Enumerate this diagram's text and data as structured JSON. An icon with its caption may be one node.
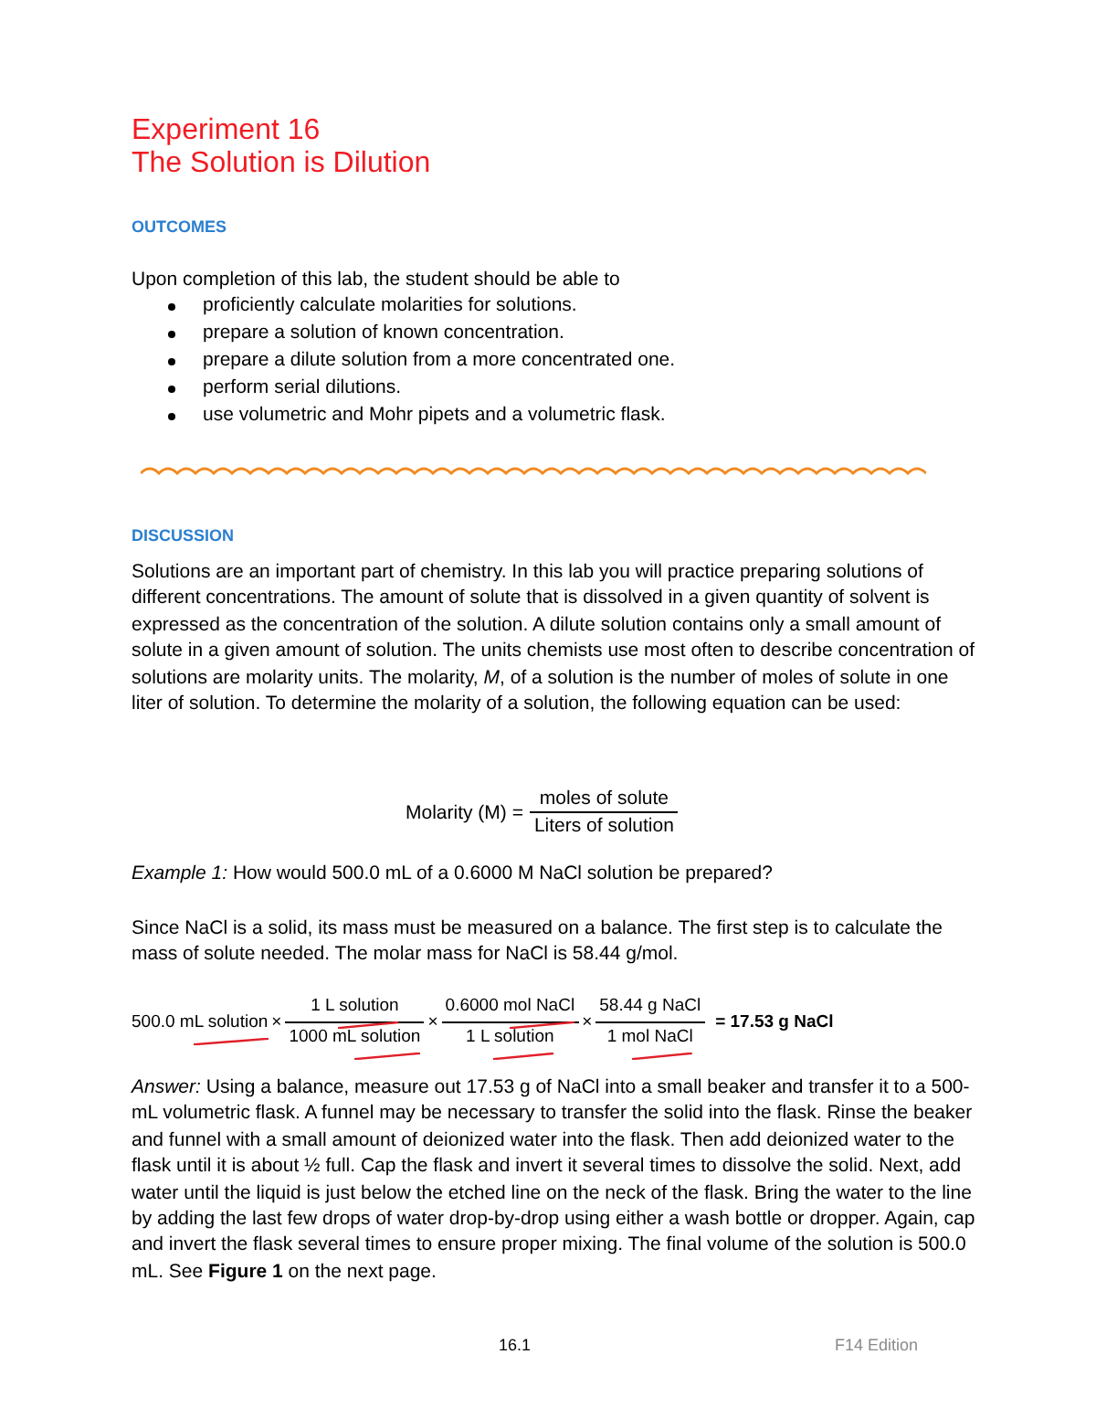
{
  "diagram": {
    "title": "Experiment 16",
    "labels": [
      "The Solution is Dilution",
      "OUTCOMES",
      "Upon completion of this lab, the student should be able to",
      "proficiently calculate molarities for solutions.",
      "prepare a solution of known concentration.",
      "prepare a dilute solution from a more concentrated one.",
      "perform serial dilutions.",
      "use volumetric and Mohr pipets and a volumetric flask.",
      "DISCUSSION",
      "Solutions are an important part of chemistry. In this lab you will practice preparing solutions of different concentrations. The amount of solute that is dissolved in a given quantity of solvent is expressed as the concentration of the solution. A dilute solution contains only a small amount of solute in a given amount of solution. The units chemists use most often to describe concentration of solutions are molarity units. The molarity, *M*, of a solution is the number of moles of solute in one liter of solution. To determine the molarity of a solution, the following equation can be used:",
      "Molarity (M) =",
      "moles of solute",
      "Liters of solution",
      "*Example 1:* How would 500.0 mL of a 0.6000 M NaCl solution be prepared?",
      "Since NaCl is a solid, its mass must be measured on a balance. The first step is to calculate the mass of solute needed. The molar mass for NaCl is 58.44 g/mol.",
      "500.0 mL solution",
      "×",
      "1 L solution",
      "1000 mL solution",
      "×",
      "0.6000 mol NaCl",
      "1 L solution",
      "×",
      "58.44 g NaCl",
      "1 mol NaCl",
      "= 17.53 g NaCl",
      "*Answer:* Using a balance, measure out 17.53 g of NaCl into a small beaker and transfer it to a 500-mL volumetric flask. A funnel may be necessary to transfer the solid into the flask. Rinse the beaker and funnel with a small amount of deionized water into the flask. Then add deionized water to the flask until it is about ½ full. Cap the flask and invert it several times to dissolve the solid. Next, add water until the liquid is just below the etched line on the neck of the flask. Bring the water to the line by adding the last few drops of water drop-by-drop using either a wash bottle or dropper. Again, cap and invert the flask several times to ensure proper mixing. The final volume of the solution is 500.0 mL. See **Figure 1** on the next page.",
      "16.1",
      "F14 Edition"
    ]
  }
}
